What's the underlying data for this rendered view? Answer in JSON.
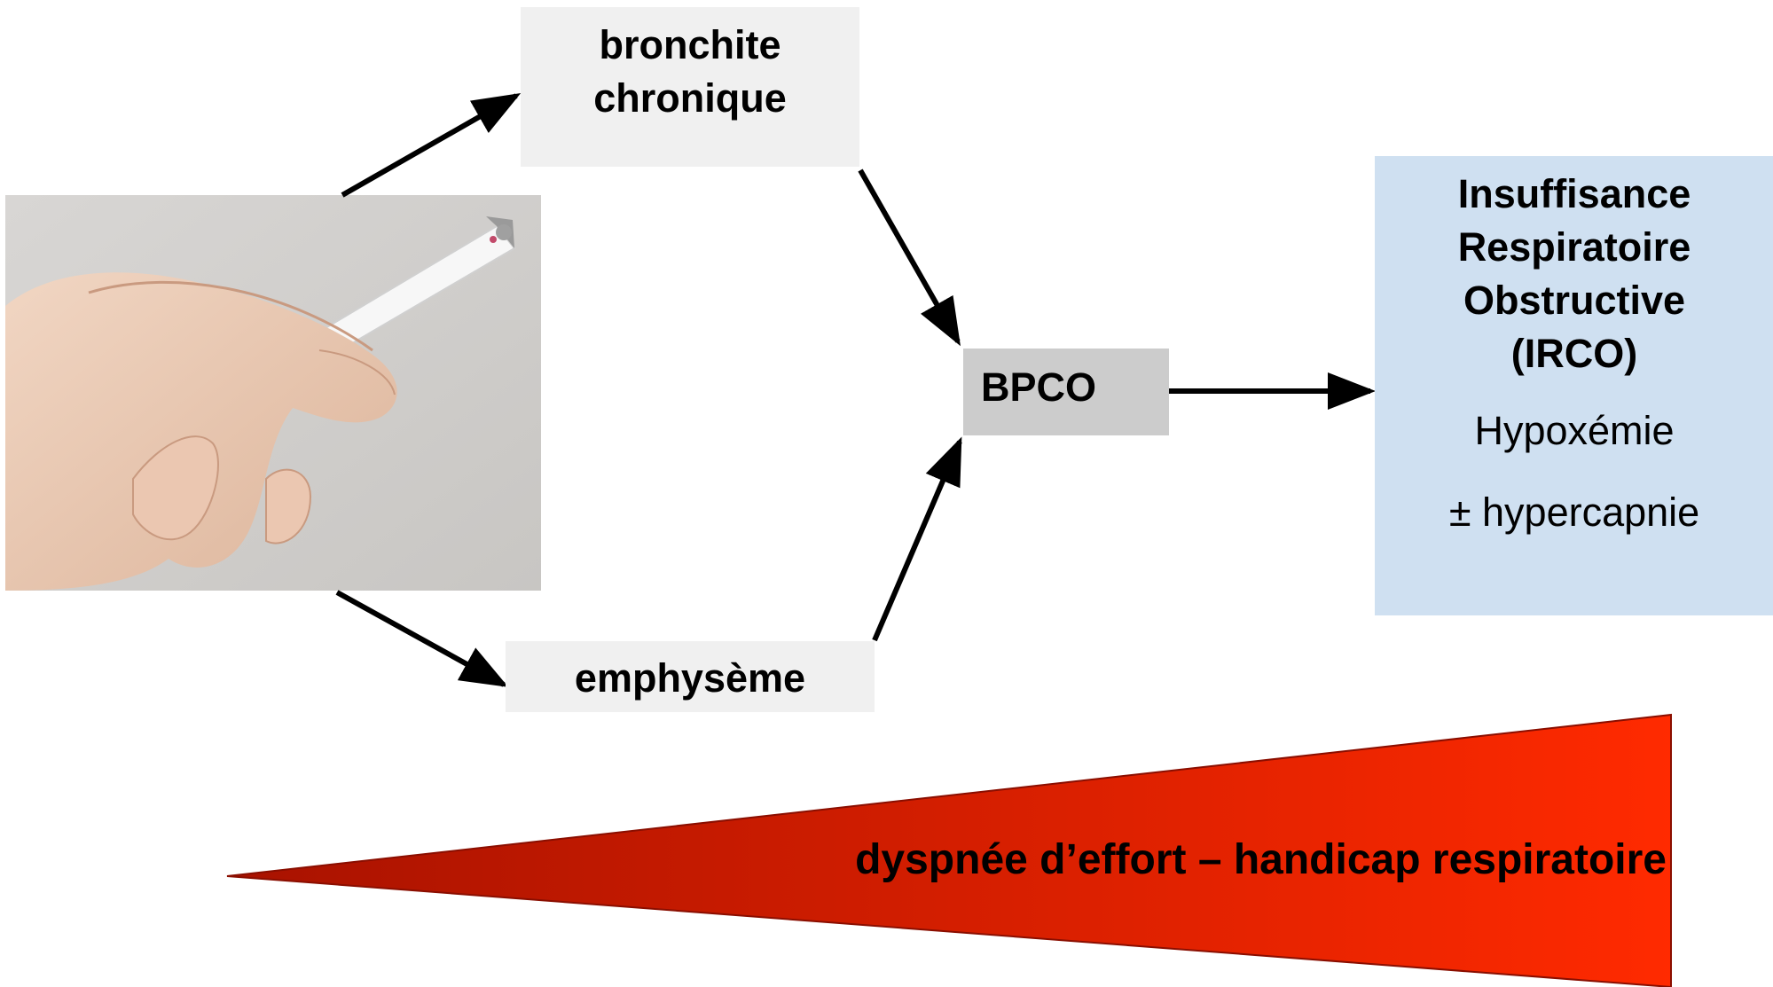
{
  "nodes": {
    "bronchite": {
      "line1": "bronchite",
      "line2": "chronique"
    },
    "emphyseme": {
      "label": "emphysème"
    },
    "bpco": {
      "label": "BPCO"
    },
    "irco": {
      "title_lines": [
        "Insuffisance",
        "Respiratoire",
        "Obstructive",
        "(IRCO)"
      ],
      "detail1": "Hypoxémie",
      "detail2": "± hypercapnie"
    }
  },
  "wedge": {
    "label": "dyspnée d’effort – handicap respiratoire"
  },
  "photo": {
    "subject": "hand-holding-cigarette"
  },
  "colors": {
    "box_light": "#f0f0f0",
    "box_bpco": "#cccccc",
    "box_irco": "#cfe0f1",
    "wedge_start": "#a81200",
    "wedge_end": "#ff2a00",
    "arrow": "#000000"
  }
}
